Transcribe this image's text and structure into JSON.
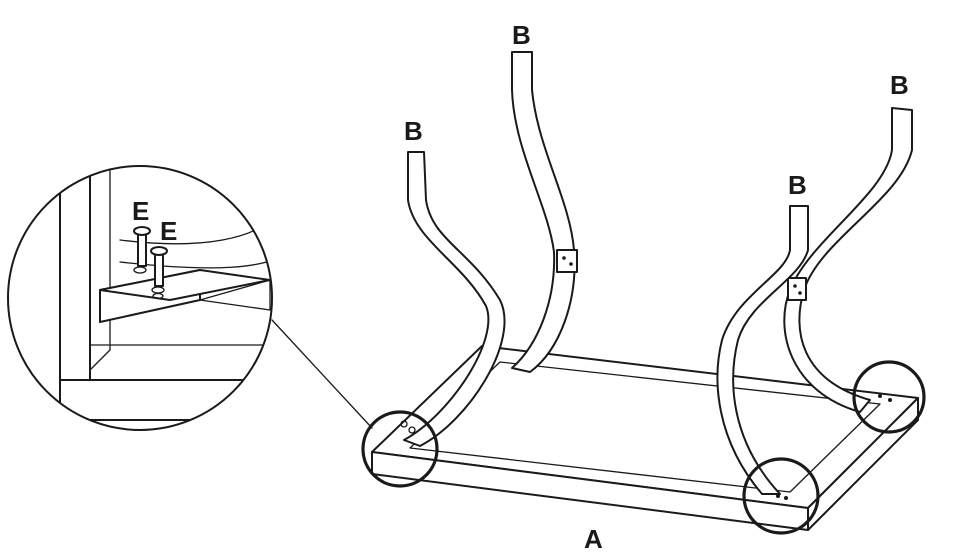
{
  "labels": {
    "frame": "A",
    "leg": "B",
    "bolt": "E"
  }
}
